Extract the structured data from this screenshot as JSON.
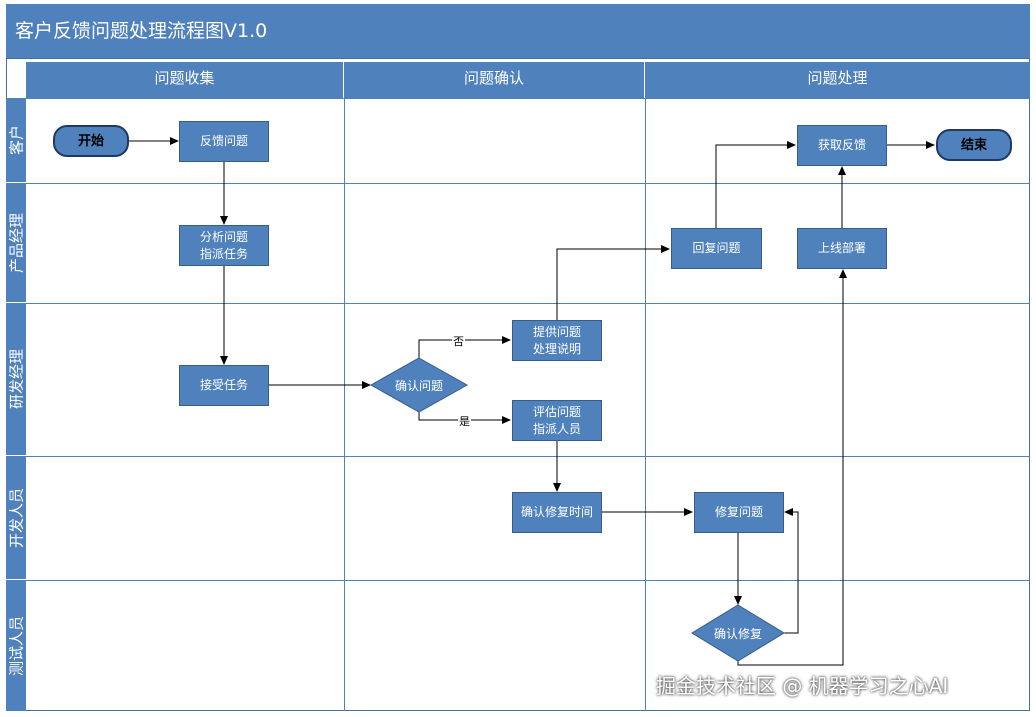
{
  "title": "客户反馈问题处理流程图V1.0",
  "columns": [
    "问题收集",
    "问题确认",
    "问题处理"
  ],
  "lanes": [
    "客户",
    "产品经理",
    "研发经理",
    "开发人员",
    "测试人员"
  ],
  "nodes": {
    "start": "开始",
    "feedback": "反馈问题",
    "analyze": "分析问题\n指派任务",
    "accept": "接受任务",
    "confirm": "确认问题",
    "explain": "提供问题\n处理说明",
    "assess": "评估问题\n指派人员",
    "fixtime": "确认修复时间",
    "fix": "修复问题",
    "confirmfix": "确认修复",
    "reply": "回复问题",
    "deploy": "上线部署",
    "getfeedback": "获取反馈",
    "end": "结束"
  },
  "edge_labels": {
    "no": "否",
    "yes": "是"
  },
  "watermark": "掘金技术社区 @ 机器学习之心AI",
  "colors": {
    "header": "#4f81bd",
    "node": "#4f81bd",
    "border": "#385d8a",
    "arrow": "#000000"
  }
}
